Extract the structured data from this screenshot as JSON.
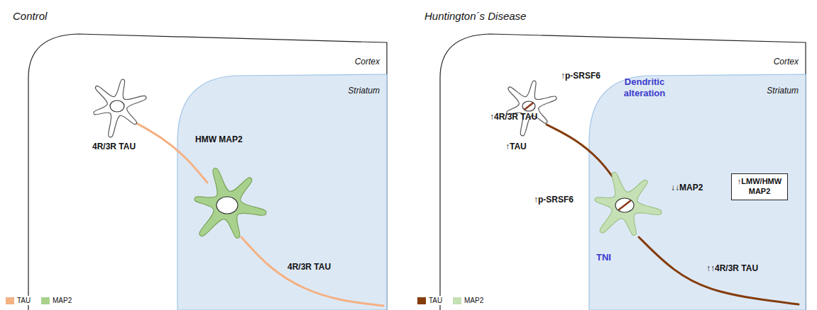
{
  "diagram": {
    "nodes": [
      {
        "text": [
          "Control",
          "Cortex"
        ]
      },
      {
        "text": [
          "Striatum"
        ],
        "in": 0
      },
      {
        "text": [
          "Huntington´s Disease",
          "Cortex"
        ]
      },
      {
        "text": [
          "Striatum"
        ],
        "in": 2
      },
      {
        "text": [
          "↑LMW/HMW MAP2"
        ],
        "in": 3
      }
    ],
    "labels": [
      "4R/3R TAU",
      "HMW MAP2",
      "4R/3R TAU",
      "↑p-SRSF6",
      "↑4R/3R TAU",
      "↑TAU",
      "Dendritic alteration",
      "↓↓MAP2",
      "↑p-SRSF6",
      "TNI",
      "↑↑4R/3R TAU"
    ],
    "legend": [
      {
        "text": "TAU",
        "color": "#f4b183"
      },
      {
        "text": "MAP2",
        "color": "#a9d18e"
      },
      {
        "text": "TAU",
        "color": "#843c0c"
      },
      {
        "text": "MAP2",
        "color": "#c5e0b4"
      }
    ]
  }
}
